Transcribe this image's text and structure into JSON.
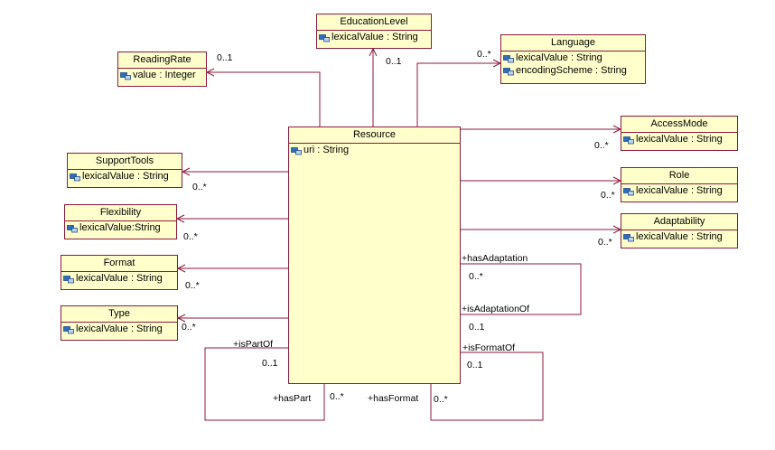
{
  "colors": {
    "line": "#8b1a3a",
    "class_fill": "#ffffcc",
    "class_border": "#8b1a3a",
    "attr_icon": "#2f6fbf"
  },
  "attribute_icon": "attribute-visibility-icon",
  "classes": {
    "resource": {
      "name": "Resource",
      "attr": "uri : String"
    },
    "education_level": {
      "name": "EducationLevel",
      "attr": "lexicalValue : String"
    },
    "reading_rate": {
      "name": "ReadingRate",
      "attr": "value : Integer"
    },
    "language": {
      "name": "Language",
      "attrs": [
        "lexicalValue : String",
        "encodingScheme : String"
      ]
    },
    "access_mode": {
      "name": "AccessMode",
      "attr": "lexicalValue : String"
    },
    "role": {
      "name": "Role",
      "attr": "lexicalValue : String"
    },
    "adaptability": {
      "name": "Adaptability",
      "attr": "lexicalValue : String"
    },
    "support_tools": {
      "name": "SupportTools",
      "attr": "lexicalValue : String"
    },
    "flexibility": {
      "name": "Flexibility",
      "attr": "lexicalValue:String"
    },
    "format": {
      "name": "Format",
      "attr": "lexicalValue : String"
    },
    "type": {
      "name": "Type",
      "attr": "lexicalValue : String"
    }
  },
  "labels": {
    "reading_rate_mult": "0..1",
    "education_level_mult": "0..1",
    "language_mult": "0..*",
    "access_mode_mult": "0..*",
    "role_mult": "0..*",
    "adaptability_mult": "0..*",
    "support_tools_mult": "0..*",
    "flexibility_mult": "0..*",
    "format_mult": "0..*",
    "type_mult": "0..*",
    "has_adaptation": "+hasAdaptation",
    "has_adaptation_mult": "0..*",
    "is_adaptation_of": "+isAdaptationOf",
    "is_adaptation_of_mult": "0..1",
    "is_format_of": "+isFormatOf",
    "is_format_of_mult": "0..1",
    "is_part_of": "+isPartOf",
    "is_part_of_mult": "0..1",
    "has_part": "+hasPart",
    "has_part_mult": "0..*",
    "has_format": "+hasFormat",
    "has_format_mult": "0..*"
  }
}
